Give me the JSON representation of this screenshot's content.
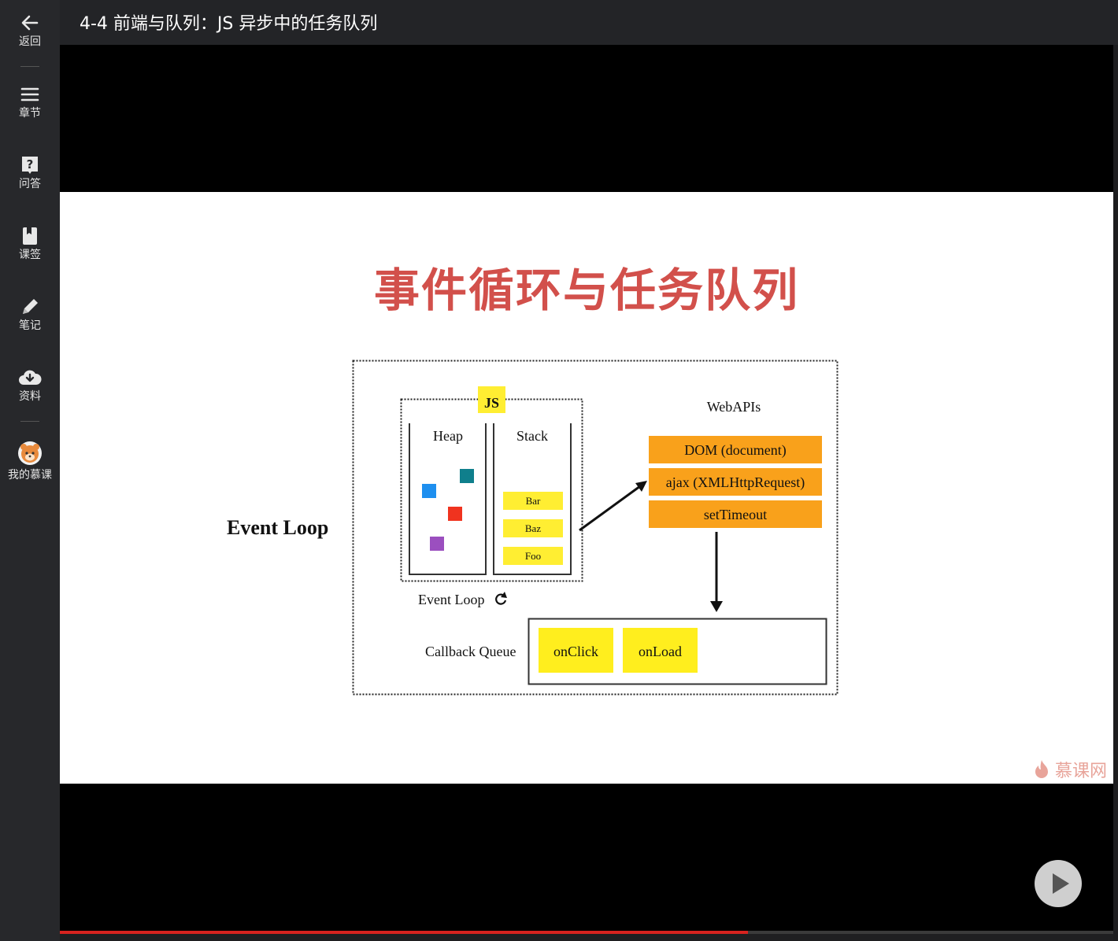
{
  "sidebar": {
    "items": [
      {
        "label": "返回",
        "icon": "arrow-left-icon"
      },
      {
        "label": "章节",
        "icon": "menu-icon"
      },
      {
        "label": "问答",
        "icon": "question-icon"
      },
      {
        "label": "课签",
        "icon": "bookmark-icon"
      },
      {
        "label": "笔记",
        "icon": "pencil-icon"
      },
      {
        "label": "资料",
        "icon": "cloud-download-icon"
      },
      {
        "label": "我的慕课",
        "icon": "avatar-icon"
      }
    ]
  },
  "header": {
    "title": "4-4 前端与队列：JS 异步中的任务队列"
  },
  "slide": {
    "title": "事件循环与任务队列",
    "side_label": "Event Loop",
    "js_badge": "JS",
    "heap_label": "Heap",
    "stack_label": "Stack",
    "stack_frames": [
      "Bar",
      "Baz",
      "Foo"
    ],
    "webapis_label": "WebAPIs",
    "webapis": [
      "DOM (document)",
      "ajax (XMLHttpRequest)",
      "setTimeout"
    ],
    "event_loop_caption": "Event Loop",
    "callback_queue_label": "Callback Queue",
    "callbacks": [
      "onClick",
      "onLoad"
    ],
    "watermark": "慕课网"
  },
  "player": {
    "progress": 0.653
  },
  "colors": {
    "title_red": "#d2504b",
    "webapi_orange": "#f9a11b",
    "stack_yellow": "#ffee32",
    "callback_yellow": "#ffee1e",
    "progress_red": "#d8231f"
  }
}
